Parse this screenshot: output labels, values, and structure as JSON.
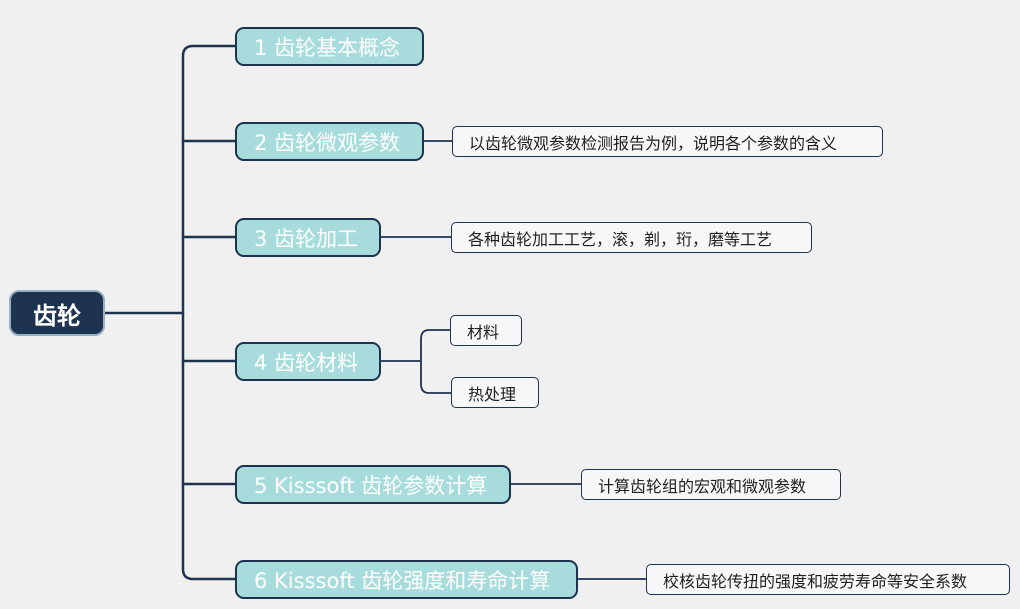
{
  "root": {
    "label": "齿轮"
  },
  "topics": [
    {
      "label": "1 齿轮基本概念",
      "subs": []
    },
    {
      "label": "2 齿轮微观参数",
      "subs": [
        {
          "label": "以齿轮微观参数检测报告为例，说明各个参数的含义"
        }
      ]
    },
    {
      "label": "3 齿轮加工",
      "subs": [
        {
          "label": "各种齿轮加工工艺，滚，剃，珩，磨等工艺"
        }
      ]
    },
    {
      "label": "4 齿轮材料",
      "subs": [
        {
          "label": "材料"
        },
        {
          "label": "热处理"
        }
      ]
    },
    {
      "label": "5 Kisssoft 齿轮参数计算",
      "subs": [
        {
          "label": "计算齿轮组的宏观和微观参数"
        }
      ]
    },
    {
      "label": "6 Kisssoft 齿轮强度和寿命计算",
      "subs": [
        {
          "label": "校核齿轮传扭的强度和疲劳寿命等安全系数"
        }
      ]
    }
  ],
  "colors": {
    "background": "#f0f0f0",
    "root_fill": "#1e3350",
    "topic_fill": "#a8dcdc",
    "line": "#1e3350"
  }
}
